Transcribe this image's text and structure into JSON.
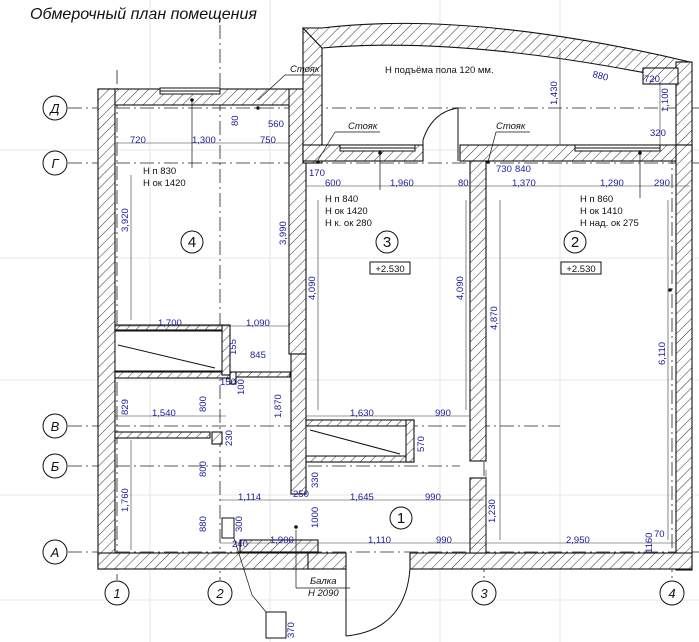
{
  "title": "Обмерочный план помещения",
  "axes": {
    "rows": [
      "Д",
      "Г",
      "В",
      "Б",
      "А"
    ],
    "cols": [
      "1",
      "2",
      "3",
      "4"
    ]
  },
  "rooms": [
    {
      "number": "1"
    },
    {
      "number": "2",
      "level": "+2.530"
    },
    {
      "number": "3",
      "level": "+2.530"
    },
    {
      "number": "4"
    }
  ],
  "notes": {
    "balcony_floor": "Н подъёма пола 120 мм.",
    "stoyak": "Стояк",
    "beam_title": "Балка",
    "beam_height": "Н 2090",
    "room4_sill": "Н п 830",
    "room4_window": "Н ок 1420",
    "room3_sill": "Н п 840",
    "room3_window": "Н ок 1420",
    "room3_niche": "Н к. ок 280",
    "room2_sill": "Н п 860",
    "room2_window": "Н ок 1410",
    "room2_lintel": "Н над. ок 275"
  },
  "dimensions": {
    "d880": "880",
    "d720a": "720",
    "d1430": "1,430",
    "d1100": "1,100",
    "d320": "320",
    "d80a": "80",
    "d560": "560",
    "d720": "720",
    "d1300": "1,300",
    "d750": "750",
    "d170": "170",
    "d600": "600",
    "d1960": "1,960",
    "d80b": "80",
    "d730": "730",
    "d840": "840",
    "d1370": "1,370",
    "d1290": "1,290",
    "d290": "290",
    "d3920": "3,920",
    "d3990": "3,990",
    "d4090a": "4,090",
    "d4090b": "4,090",
    "d4870": "4,870",
    "d6110": "6,110",
    "d1700": "1,700",
    "d1090": "1,090",
    "d155": "155",
    "d845": "845",
    "d150": "150",
    "d100": "100",
    "d829": "829",
    "d1540": "1,540",
    "d800a": "800",
    "d1870": "1,870",
    "d1630": "1,630",
    "d990a": "990",
    "d230": "230",
    "d570": "570",
    "d800b": "800",
    "d1760": "1,760",
    "d1114": "1,114",
    "d250": "250",
    "d330": "330",
    "d1645": "1,645",
    "d990b": "990",
    "d1230": "1,230",
    "d880b": "880",
    "d300": "300",
    "d1000": "1000",
    "d240": "240",
    "d1900": "1,900",
    "d1110": "1,110",
    "d990c": "990",
    "d2950": "2,950",
    "d70": "70",
    "d1160": "1160",
    "d370": "370"
  }
}
